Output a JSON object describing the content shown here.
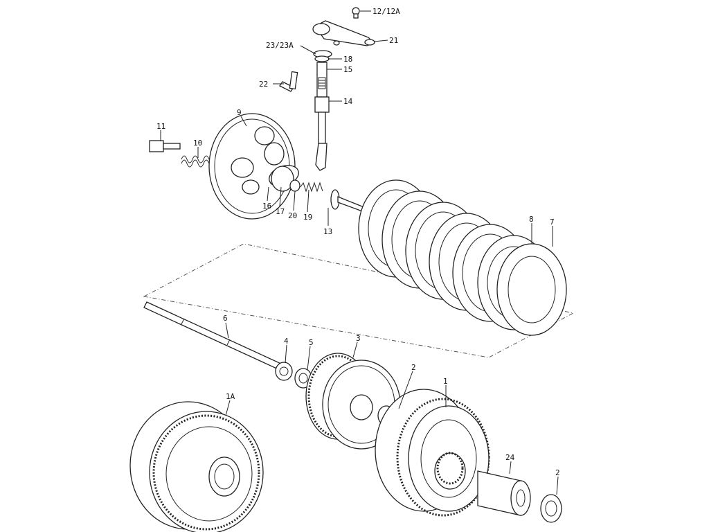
{
  "callouts": [
    {
      "id": "c-12-12a",
      "text": "12/12A"
    },
    {
      "id": "c-21",
      "text": "21"
    },
    {
      "id": "c-23-23a",
      "text": "23/23A"
    },
    {
      "id": "c-18",
      "text": "18"
    },
    {
      "id": "c-15",
      "text": "15"
    },
    {
      "id": "c-22",
      "text": "22"
    },
    {
      "id": "c-14",
      "text": "14"
    },
    {
      "id": "c-9",
      "text": "9"
    },
    {
      "id": "c-11",
      "text": "11"
    },
    {
      "id": "c-10",
      "text": "10"
    },
    {
      "id": "c-16",
      "text": "16"
    },
    {
      "id": "c-17",
      "text": "17"
    },
    {
      "id": "c-20",
      "text": "20"
    },
    {
      "id": "c-19",
      "text": "19"
    },
    {
      "id": "c-13",
      "text": "13"
    },
    {
      "id": "c-8",
      "text": "8"
    },
    {
      "id": "c-7",
      "text": "7"
    },
    {
      "id": "c-6",
      "text": "6"
    },
    {
      "id": "c-4",
      "text": "4"
    },
    {
      "id": "c-5",
      "text": "5"
    },
    {
      "id": "c-3",
      "text": "3"
    },
    {
      "id": "c-2a",
      "text": "2"
    },
    {
      "id": "c-1",
      "text": "1"
    },
    {
      "id": "c-1a",
      "text": "1A"
    },
    {
      "id": "c-24",
      "text": "24"
    },
    {
      "id": "c-2b",
      "text": "2"
    }
  ]
}
